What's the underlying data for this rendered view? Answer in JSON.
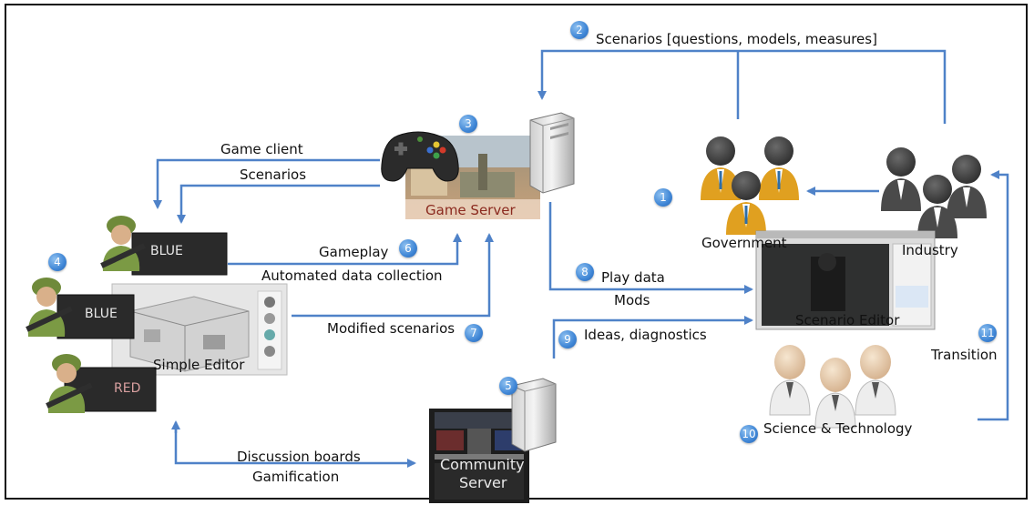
{
  "labels": {
    "scenarios_top": "Scenarios [questions, models, measures]",
    "game_client": "Game client",
    "scenarios_left": "Scenarios",
    "game_server": "Game Server",
    "gameplay": "Gameplay",
    "automated_data": "Automated data collection",
    "modified_scenarios": "Modified scenarios",
    "play_data": "Play data",
    "mods": "Mods",
    "ideas": "Ideas, diagnostics",
    "government": "Government",
    "industry": "Industry",
    "scenario_editor": "Scenario Editor",
    "transition": "Transition",
    "science": "Science & Technology",
    "simple_editor": "Simple Editor",
    "discussion": "Discussion boards",
    "gamification": "Gamification",
    "community": "Community",
    "server": "Server",
    "blue1": "BLUE",
    "blue2": "BLUE",
    "red": "RED"
  },
  "badges": {
    "b1": "1",
    "b2": "2",
    "b3": "3",
    "b4": "4",
    "b5": "5",
    "b6": "6",
    "b7": "7",
    "b8": "8",
    "b9": "9",
    "b10": "10",
    "b11": "11"
  },
  "colors": {
    "arrow": "#4f82c8",
    "badge": "#3f86d6",
    "gov_shirt": "#e0a020",
    "industry_shirt": "#4a4a4a"
  }
}
